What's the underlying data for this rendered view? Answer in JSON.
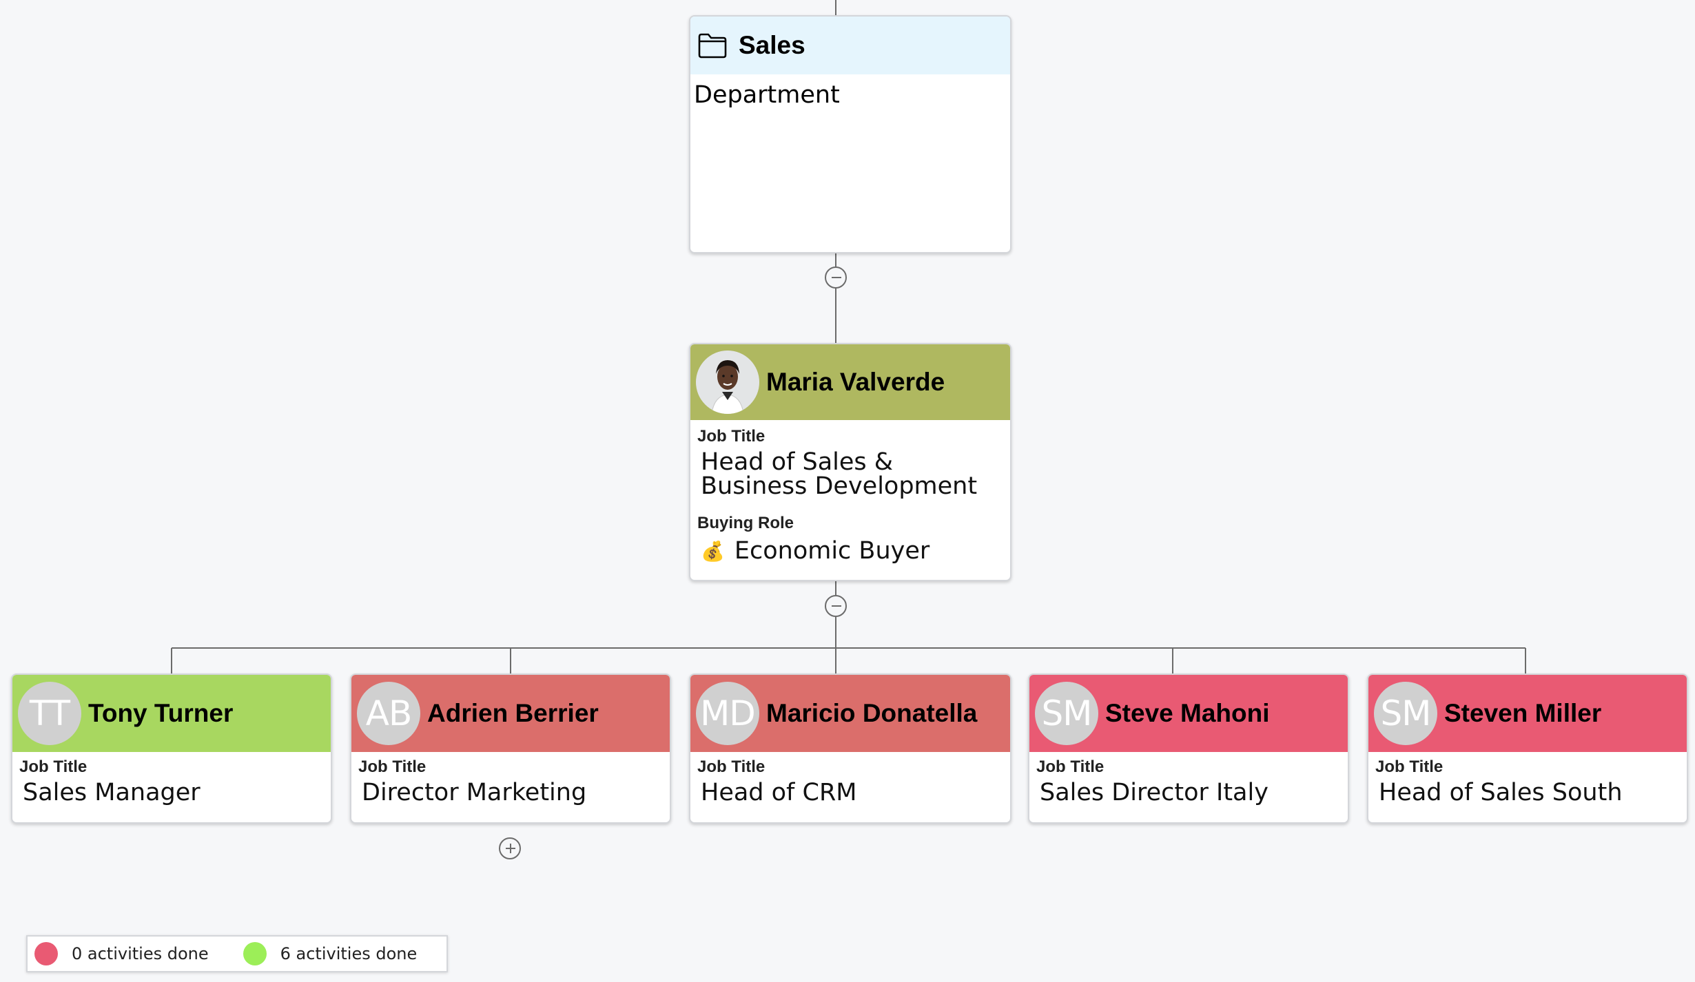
{
  "department": {
    "name": "Sales",
    "type_label": "Department",
    "header_color": "#e5f5fd",
    "icon": "folder-icon"
  },
  "manager": {
    "name": "Maria Valverde",
    "header_color": "#afb860",
    "job_title_label": "Job Title",
    "job_title_line1": "Head of Sales &",
    "job_title_line2": "Business Development",
    "buying_role_label": "Buying Role",
    "buying_role_icon": "💰",
    "buying_role": "Economic Buyer"
  },
  "reports": [
    {
      "initials": "TT",
      "name": "Tony Turner",
      "job_title_label": "Job Title",
      "job_title": "Sales Manager",
      "header_color": "#a8d760"
    },
    {
      "initials": "AB",
      "name": "Adrien Berrier",
      "job_title_label": "Job Title",
      "job_title": "Director Marketing",
      "header_color": "#db6e6b"
    },
    {
      "initials": "MD",
      "name": "Maricio Donatella",
      "job_title_label": "Job Title",
      "job_title": "Head of CRM",
      "header_color": "#db6e6b"
    },
    {
      "initials": "SM",
      "name": "Steve Mahoni",
      "job_title_label": "Job Title",
      "job_title": "Sales Director Italy",
      "header_color": "#e95a73"
    },
    {
      "initials": "SM",
      "name": "Steven Miller",
      "job_title_label": "Job Title",
      "job_title": "Head of Sales South",
      "header_color": "#e95a73"
    }
  ],
  "legend": [
    {
      "label": "0 activities done",
      "color": "#e95a73"
    },
    {
      "label": "6 activities done",
      "color": "#9cee58"
    }
  ],
  "colors": {
    "connector": "#6b6b6b",
    "background": "#f6f7f9"
  }
}
